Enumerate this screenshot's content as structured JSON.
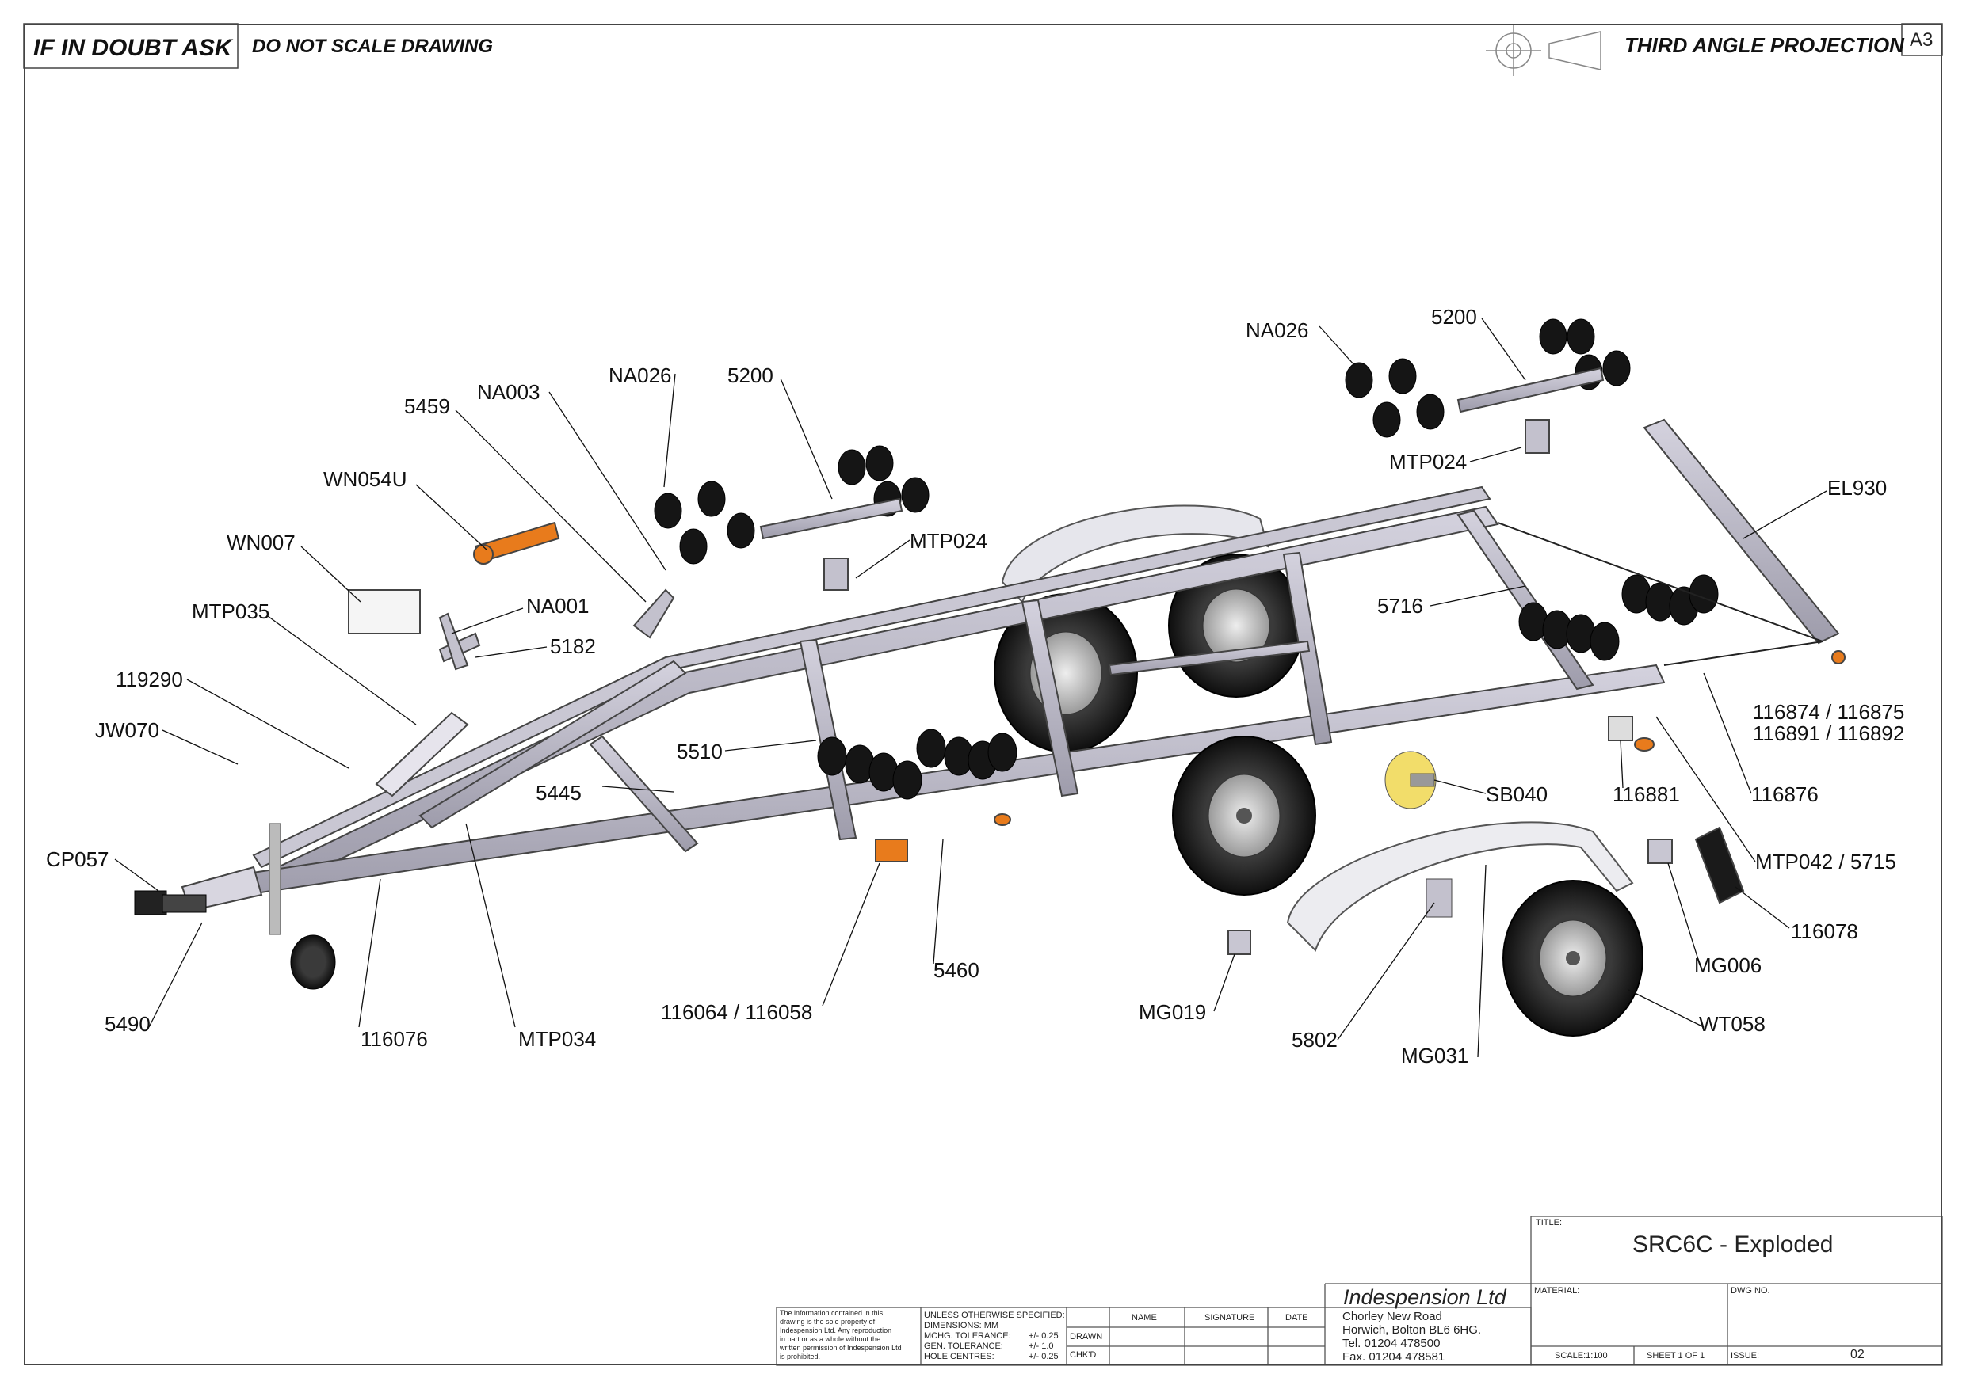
{
  "header": {
    "if_in_doubt": "IF IN DOUBT ASK",
    "do_not_scale": "DO NOT SCALE DRAWING",
    "projection": "THIRD ANGLE PROJECTION",
    "sheet_size": "A3"
  },
  "callouts": {
    "na026_a": "NA026",
    "n5200_a": "5200",
    "na003": "NA003",
    "n5459": "5459",
    "wn054u": "WN054U",
    "wn007": "WN007",
    "mtp035": "MTP035",
    "na001": "NA001",
    "n5182": "5182",
    "n119290": "119290",
    "jw070": "JW070",
    "cp057": "CP057",
    "n5490": "5490",
    "n116076": "116076",
    "mtp034": "MTP034",
    "n5445": "5445",
    "n5510": "5510",
    "mtp024_a": "MTP024",
    "n116064": "116064 / 116058",
    "n5460": "5460",
    "mg019": "MG019",
    "n5802": "5802",
    "mg031": "MG031",
    "wt058": "WT058",
    "mg006": "MG006",
    "n116078": "116078",
    "mtp042": "MTP042 / 5715",
    "n116876": "116876",
    "n116881": "116881",
    "sb040": "SB040",
    "n5716": "5716",
    "n116874_line1": "116874 / 116875",
    "n116874_line2": "116891 / 116892",
    "el930": "EL930",
    "mtp024_b": "MTP024",
    "na026_b": "NA026",
    "n5200_b": "5200"
  },
  "title_block": {
    "title_label": "TITLE:",
    "title": "SRC6C - Exploded",
    "material_label": "MATERIAL:",
    "dwg_no_label": "DWG NO.",
    "scale": "SCALE:1:100",
    "sheet": "SHEET 1 OF 1",
    "issue_label": "ISSUE:",
    "issue": "02",
    "company": "Indespension Ltd",
    "address_1": "Chorley New Road",
    "address_2": "Horwich, Bolton BL6 6HG.",
    "tel": "Tel. 01204 478500",
    "fax": "Fax. 01204 478581",
    "disclaimer_1": "The information contained in this",
    "disclaimer_2": "drawing is the sole property of",
    "disclaimer_3": "Indespension Ltd. Any reproduction",
    "disclaimer_4": "in part or as a whole without the",
    "disclaimer_5": "written permission of Indespension Ltd",
    "disclaimer_6": "is prohibited.",
    "unless": "UNLESS OTHERWISE SPECIFIED:",
    "dimensions": "DIMENSIONS:  MM",
    "mchg_tol": "MCHG. TOLERANCE:",
    "mchg_val": "+/- 0.25",
    "gen_tol": "GEN. TOLERANCE:",
    "gen_val": "+/- 1.0",
    "hole_centres": "HOLE CENTRES:",
    "hole_val": "+/- 0.25",
    "col_name": "NAME",
    "col_signature": "SIGNATURE",
    "col_date": "DATE",
    "row_drawn": "DRAWN",
    "row_chkd": "CHK'D"
  },
  "colors": {
    "frame_steel": "#b9b7c4",
    "tyre": "#1d1d1d",
    "reflector_orange": "#f08a1a",
    "hub_yellow": "#f2dd6a"
  }
}
